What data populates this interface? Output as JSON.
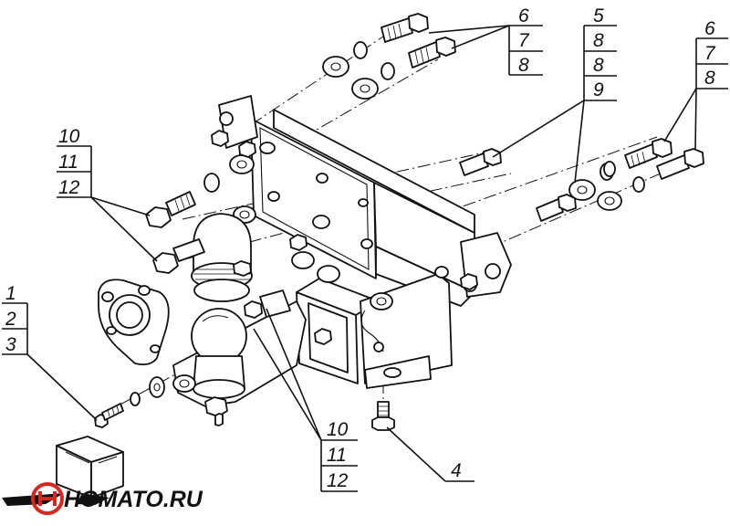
{
  "callouts": {
    "top_center": [
      "6",
      "7",
      "8"
    ],
    "top_mid": [
      "5",
      "8",
      "8",
      "9"
    ],
    "top_right": [
      "6",
      "7",
      "8"
    ],
    "left_upper": [
      "10",
      "11",
      "12"
    ],
    "left_lower": [
      "1",
      "2",
      "3"
    ],
    "bottom_center": [
      "10",
      "11",
      "12"
    ],
    "bottom_right": [
      "4"
    ]
  },
  "logo": {
    "text": "HOMATO.RU",
    "colors": {
      "wing": "#111111",
      "accent": "#d7261e"
    }
  }
}
